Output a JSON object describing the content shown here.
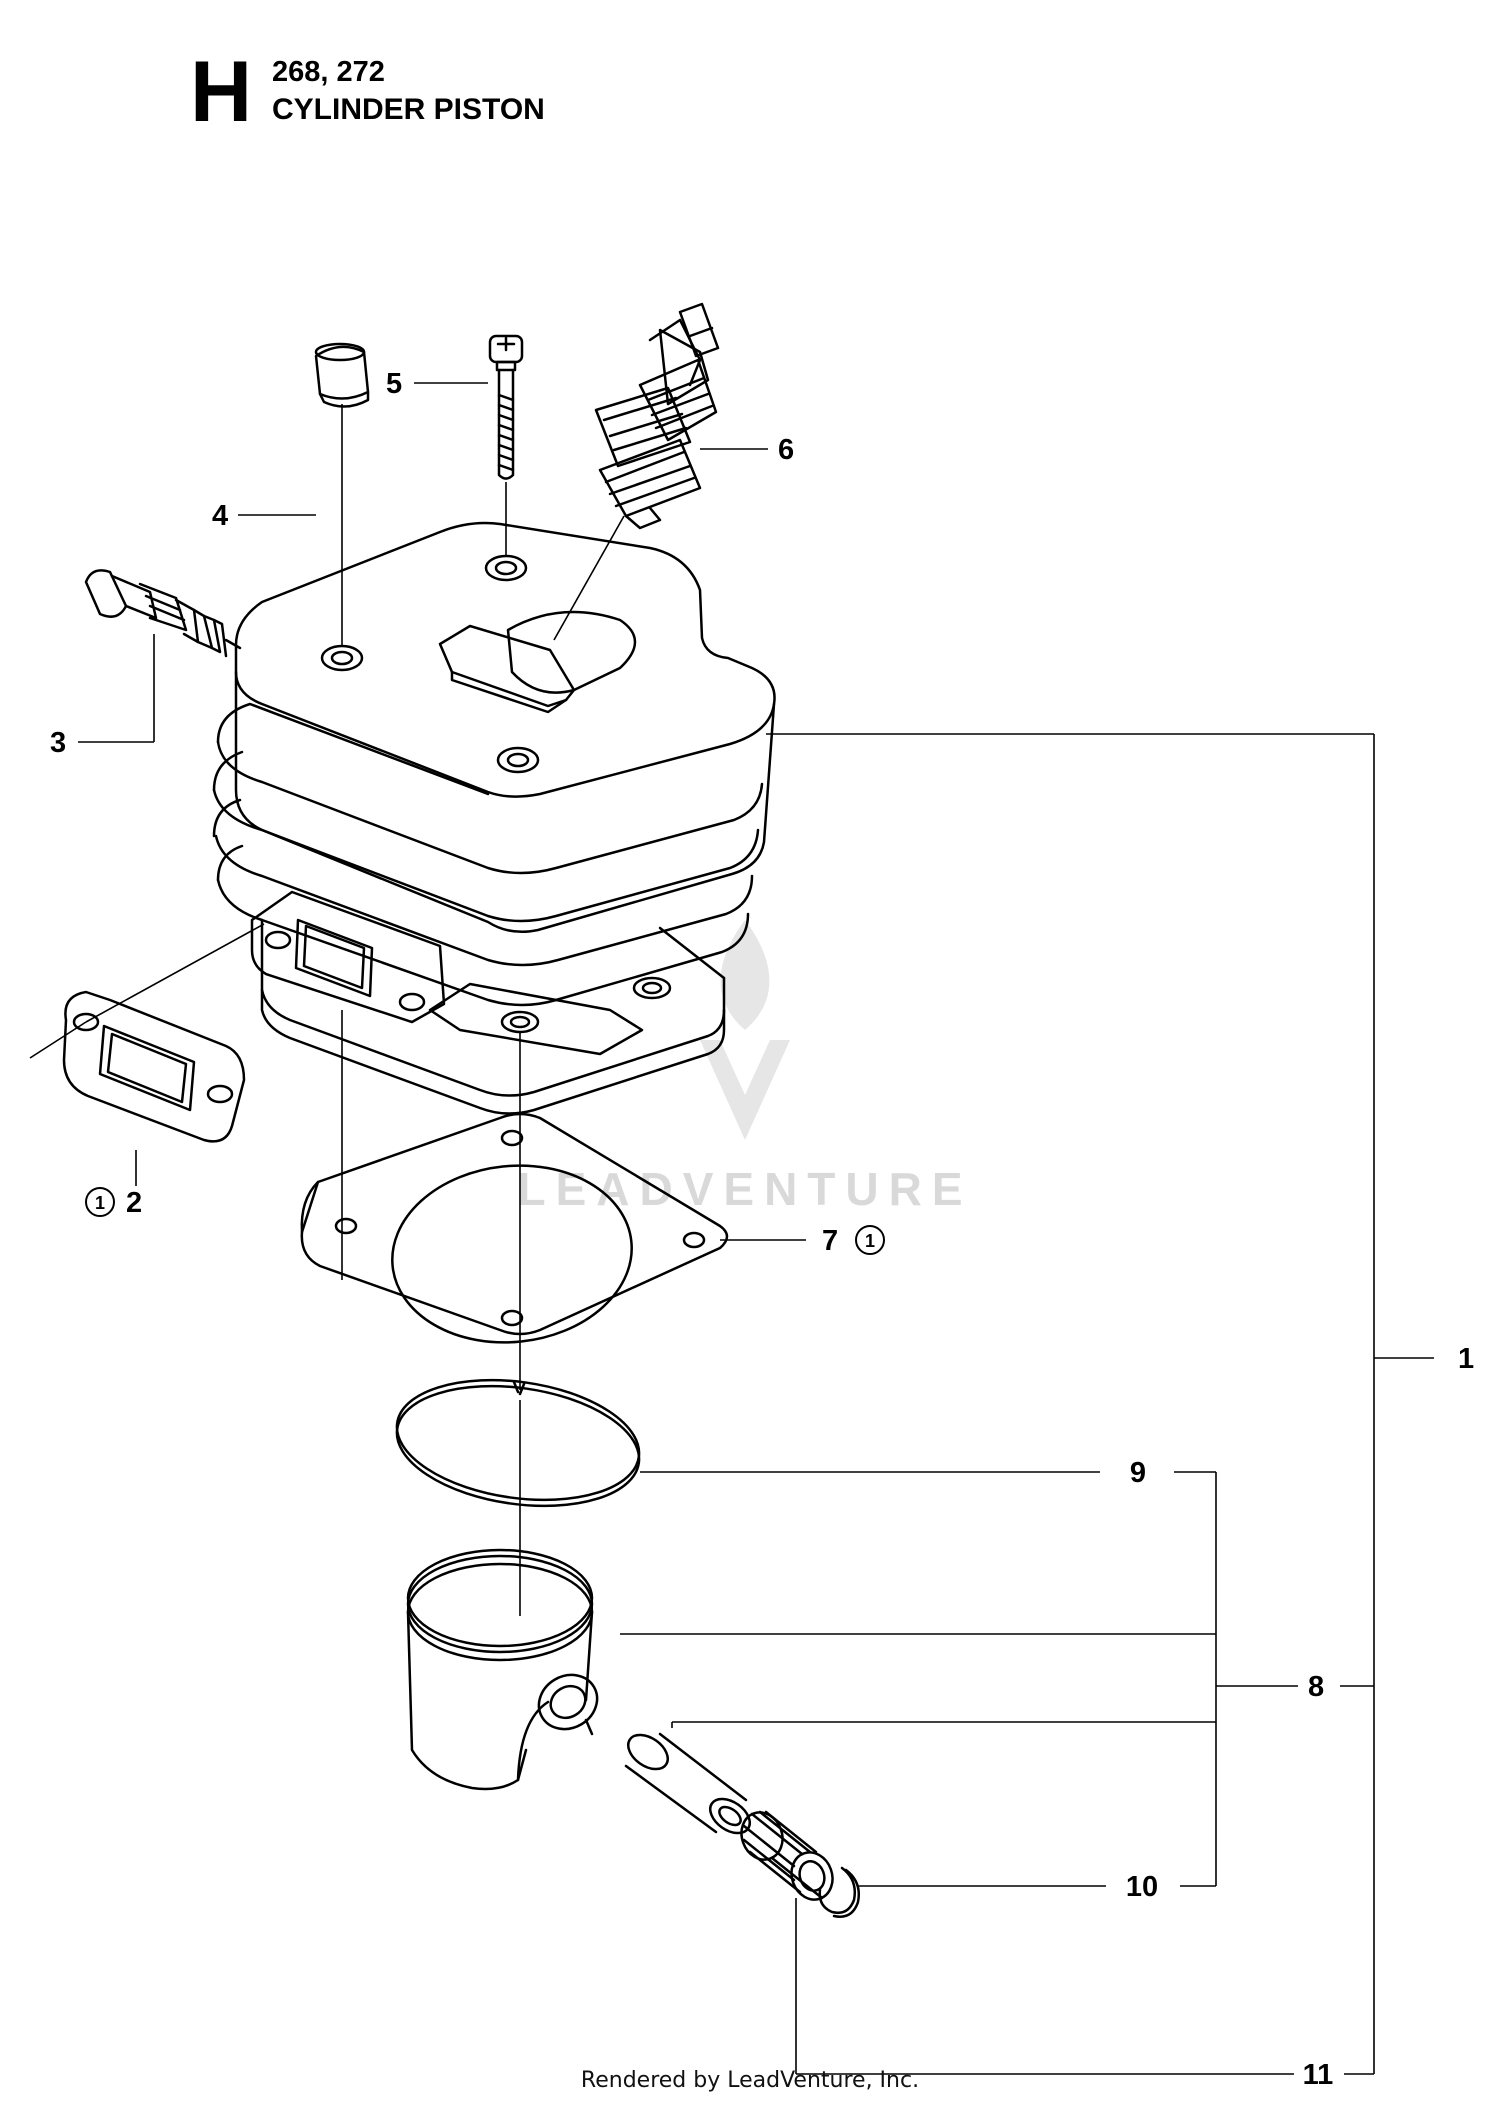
{
  "header": {
    "section_letter": "H",
    "models": "268, 272",
    "title": "CYLINDER PISTON"
  },
  "callouts": [
    {
      "id": "c1",
      "text": "1"
    },
    {
      "id": "c2",
      "text": "2",
      "note_symbol": "①"
    },
    {
      "id": "c3",
      "text": "3"
    },
    {
      "id": "c4",
      "text": "4"
    },
    {
      "id": "c5",
      "text": "5"
    },
    {
      "id": "c6",
      "text": "6"
    },
    {
      "id": "c7",
      "text": "7",
      "note_symbol": "①"
    },
    {
      "id": "c8",
      "text": "8"
    },
    {
      "id": "c9",
      "text": "9"
    },
    {
      "id": "c10",
      "text": "10"
    },
    {
      "id": "c11",
      "text": "11"
    }
  ],
  "watermark": {
    "text": "LEADVENTURE"
  },
  "footer": {
    "text": "Rendered by LeadVenture, Inc."
  }
}
